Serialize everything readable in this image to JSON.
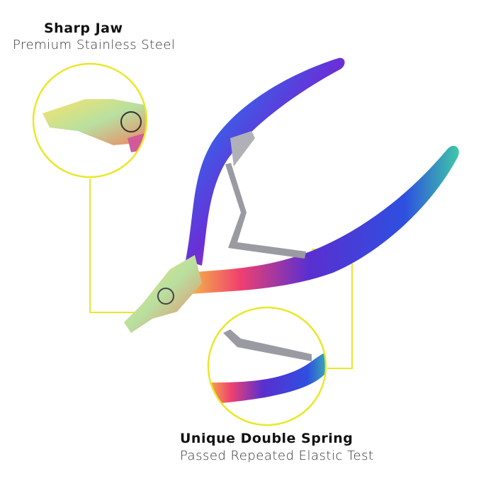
{
  "callouts": [
    {
      "title": "Sharp Jaw",
      "subtitle": "Premium Stainless Steel"
    },
    {
      "title": "Unique Double Spring",
      "subtitle": "Passed Repeated Elastic Test"
    }
  ],
  "colors": {
    "accent_line": "#e8e82a",
    "text": "#111111"
  }
}
